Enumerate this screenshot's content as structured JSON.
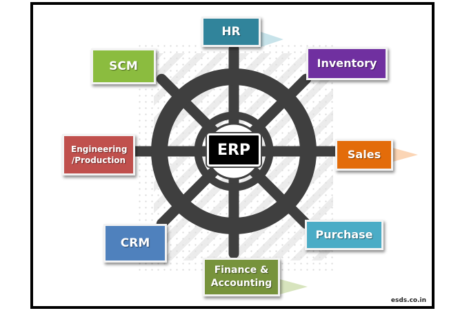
{
  "center": {
    "label": "ERP"
  },
  "modules": {
    "hr": {
      "label": "HR",
      "color": "#31849b"
    },
    "inventory": {
      "label": "Inventory",
      "color": "#7030a0"
    },
    "sales": {
      "label": "Sales",
      "color": "#e36c0a"
    },
    "purchase": {
      "label": "Purchase",
      "color": "#4bacc6"
    },
    "finance": {
      "label": "Finance & Accounting",
      "color": "#77933c"
    },
    "crm": {
      "label": "CRM",
      "color": "#4f81bd"
    },
    "engineering": {
      "label": "Engineering /Production",
      "color": "#c0504d"
    },
    "scm": {
      "label": "SCM",
      "color": "#8bbc3f"
    }
  },
  "wheel_color": "#3f3f3f",
  "credit": {
    "text": "esds.co.in"
  }
}
